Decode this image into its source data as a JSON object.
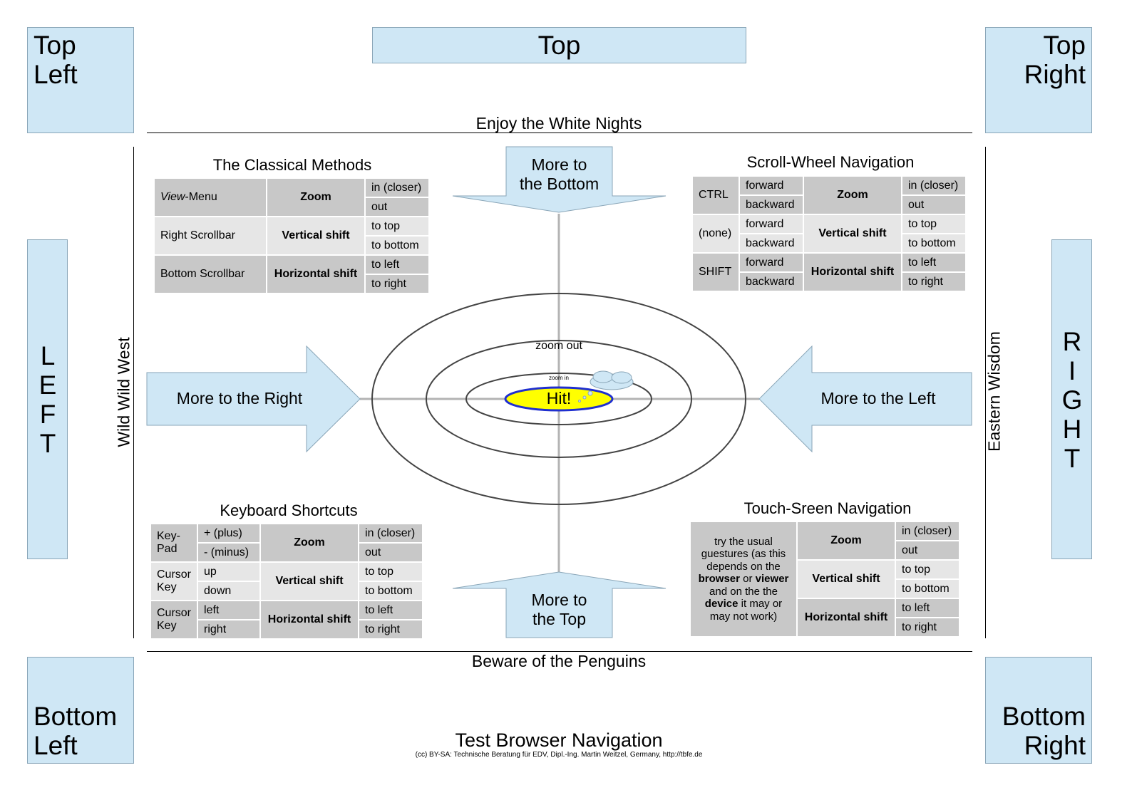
{
  "corners": {
    "top_left": [
      "Top",
      "Left"
    ],
    "top": "Top",
    "top_right": [
      "Top",
      "Right"
    ],
    "bottom_left": [
      "Bottom",
      "Left"
    ],
    "bottom_right": [
      "Bottom",
      "Right"
    ]
  },
  "side_left_letters": [
    "L",
    "E",
    "F",
    "T"
  ],
  "side_right_letters": [
    "R",
    "I",
    "G",
    "H",
    "T"
  ],
  "captions": {
    "top": "Enjoy the White Nights",
    "bottom": "Beware of the Penguins",
    "left": "Wild Wild West",
    "right": "Eastern Wisdom"
  },
  "arrows": {
    "down": [
      "More to",
      "the Bottom"
    ],
    "up": [
      "More to",
      "the Top"
    ],
    "right": "More to the Right",
    "left": "More to the Left"
  },
  "target": {
    "zoom_out": "zoom out",
    "zoom_in": "zoom in",
    "hit": "Hit!"
  },
  "classical": {
    "title": "The Classical Methods",
    "menu_prefix": "View",
    "menu_suffix": "-Menu",
    "zoom": "Zoom",
    "zoom_in": "in (closer)",
    "zoom_out": "out",
    "right_scrollbar": "Right Scrollbar",
    "vertical": "Vertical shift",
    "to_top": "to top",
    "to_bottom": "to bottom",
    "bottom_scrollbar": "Bottom Scrollbar",
    "horizontal": "Horizontal shift",
    "to_left": "to left",
    "to_right": "to right"
  },
  "scroll": {
    "title": "Scroll-Wheel Navigation",
    "ctrl": "CTRL",
    "none": "(none)",
    "shift": "SHIFT",
    "forward": "forward",
    "backward": "backward",
    "zoom": "Zoom",
    "zoom_in": "in (closer)",
    "zoom_out": "out",
    "vertical": "Vertical shift",
    "to_top": "to top",
    "to_bottom": "to bottom",
    "horizontal": "Horizontal shift",
    "to_left": "to left",
    "to_right": "to right"
  },
  "keyboard": {
    "title": "Keyboard Shortcuts",
    "keypad": "Key-Pad",
    "plus": "+ (plus)",
    "minus": "- (minus)",
    "cursor1": "Cursor Key",
    "up": "up",
    "down": "down",
    "cursor2": "Cursor Key",
    "left": "left",
    "right": "right",
    "zoom": "Zoom",
    "zoom_in": "in (closer)",
    "zoom_out": "out",
    "vertical": "Vertical shift",
    "to_top": "to top",
    "to_bottom": "to bottom",
    "horizontal": "Horizontal shift",
    "to_left": "to left",
    "to_right": "to right"
  },
  "touch": {
    "title": "Touch-Sreen Navigation",
    "text_a": "try the usual guestures (as this depends on the ",
    "browser": "browser",
    "text_b": " or ",
    "viewer": "viewer",
    "text_c": " and on the the ",
    "device": "device",
    "text_d": " it may or may not work)",
    "zoom": "Zoom",
    "zoom_in": "in (closer)",
    "zoom_out": "out",
    "vertical": "Vertical shift",
    "to_top": "to top",
    "to_bottom": "to bottom",
    "horizontal": "Horizontal shift",
    "to_left": "to left",
    "to_right": "to right"
  },
  "footer": {
    "title": "Test Browser Navigation",
    "credit": "(cc) BY-SA: Technische Beratung für EDV, Dipl.-Ing. Martin Weitzel, Germany, http://tbfe.de"
  },
  "colors": {
    "box_fill": "#cfe7f5",
    "hit_fill": "#ffff00",
    "hit_stroke": "#1f2fcf"
  }
}
